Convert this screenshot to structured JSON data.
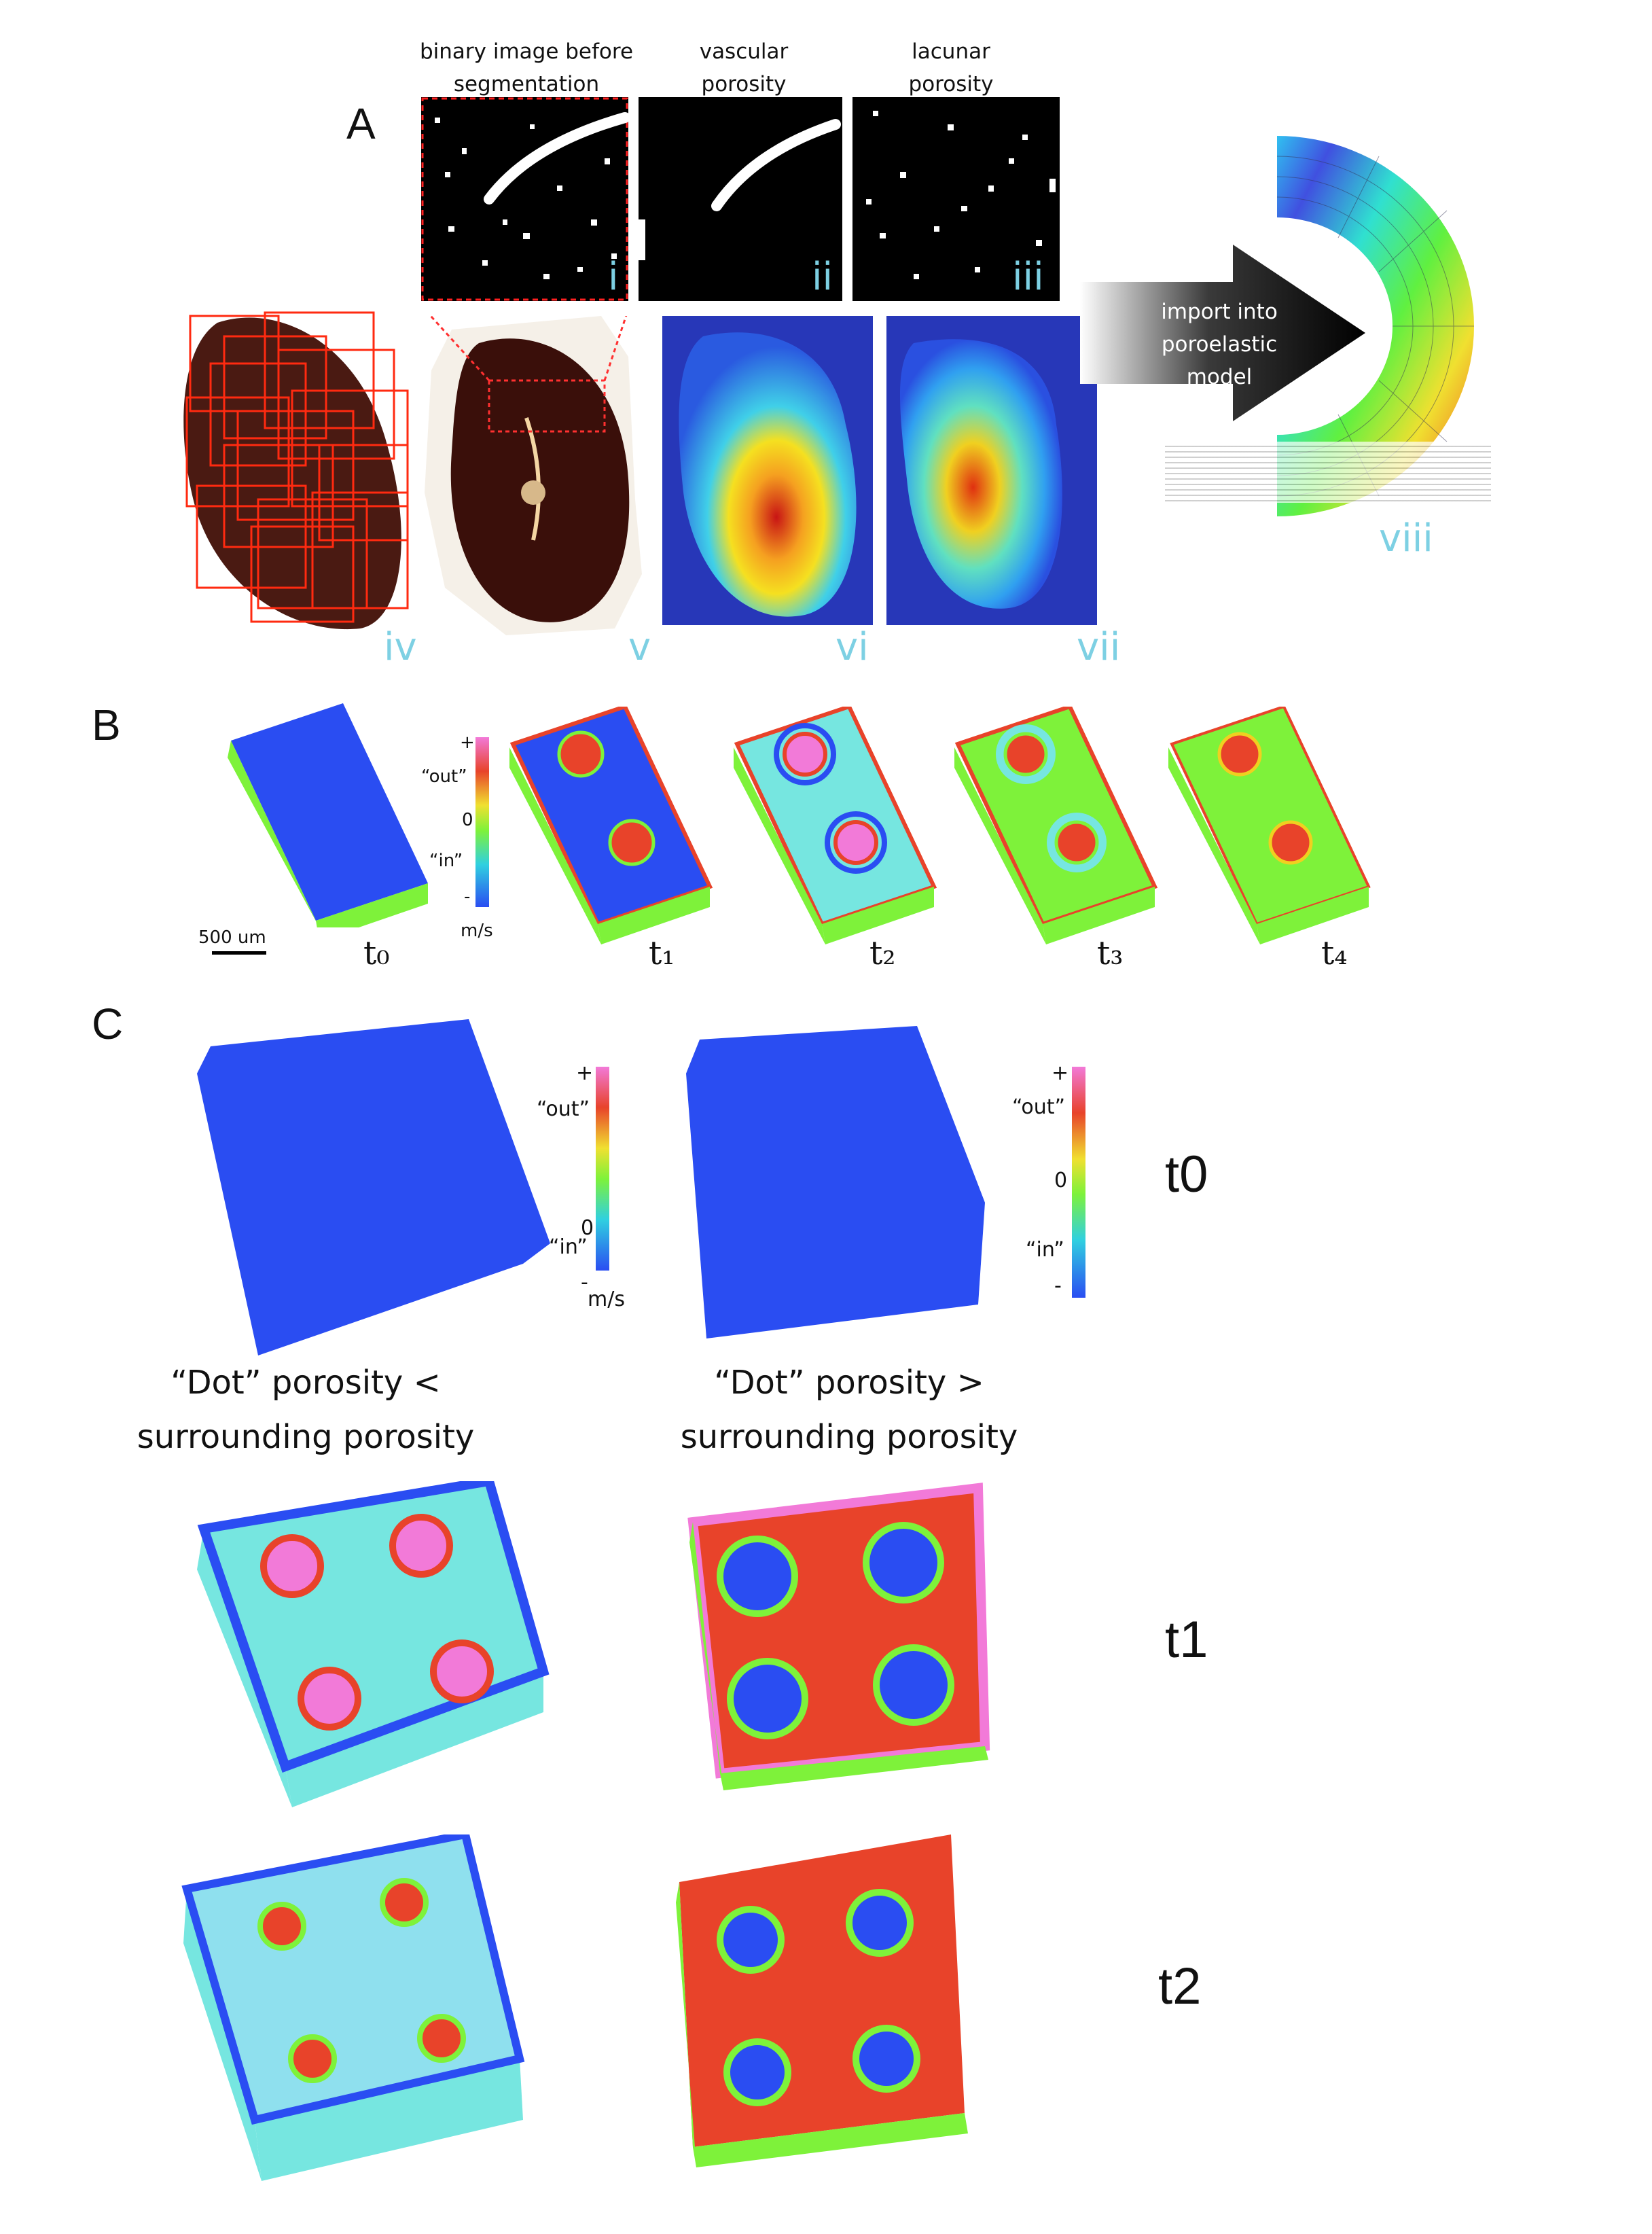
{
  "panel_A": {
    "letter": "A",
    "headers": {
      "binary": "binary image before segmentation",
      "vascular": "vascular porosity",
      "lacunar": "lacunar porosity"
    },
    "arrow_text": "import into poroelastic model",
    "sub_labels": [
      "i",
      "ii",
      "iii",
      "iv",
      "v",
      "vi",
      "vii",
      "viii"
    ]
  },
  "panel_B": {
    "letter": "B",
    "colorbar": {
      "plus": "+",
      "out": "“out”",
      "zero": "0",
      "in": "“in”",
      "minus": "-",
      "unit": "m/s"
    },
    "scale_bar": "500 um",
    "time_labels": [
      "t₀",
      "t₁",
      "t₂",
      "t₃",
      "t₄"
    ]
  },
  "panel_C": {
    "letter": "C",
    "colorbar": {
      "plus": "+",
      "out": "“out”",
      "zero": "0",
      "in": "“in”",
      "minus": "-",
      "unit": "m/s"
    },
    "conditions": [
      "“Dot” porosity < surrounding porosity",
      "“Dot” porosity > surrounding porosity"
    ],
    "time_labels": [
      "t0",
      "t1",
      "t2"
    ]
  },
  "colors": {
    "teal_label": "#7dd0e3",
    "blue": "#2a4df2",
    "green": "#7ef23a",
    "red": "#e8432a",
    "magenta": "#f27ad8",
    "cyan": "#76e6e0"
  }
}
